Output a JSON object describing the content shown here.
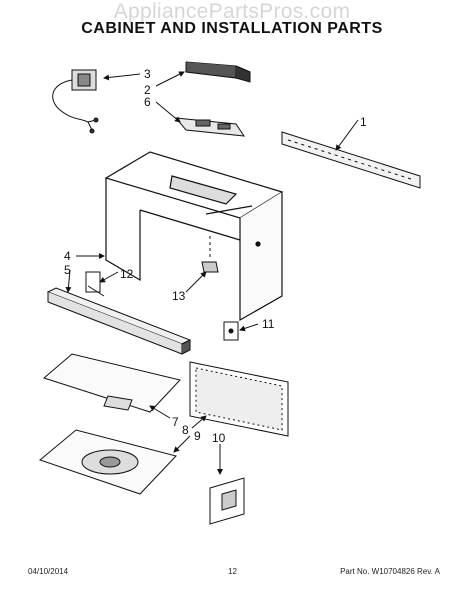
{
  "watermark": "AppliancePartsPros.com",
  "title": "CABINET AND INSTALLATION PARTS",
  "callouts": {
    "c1": "1",
    "c2": "2",
    "c3": "3",
    "c4": "4",
    "c5": "5",
    "c6": "6",
    "c7": "7",
    "c8": "8",
    "c9": "9",
    "c10": "10",
    "c11": "11",
    "c12": "12",
    "c13": "13"
  },
  "footer": {
    "date": "04/10/2014",
    "page": "12",
    "part": "Part No. W10704826  Rev. A"
  }
}
